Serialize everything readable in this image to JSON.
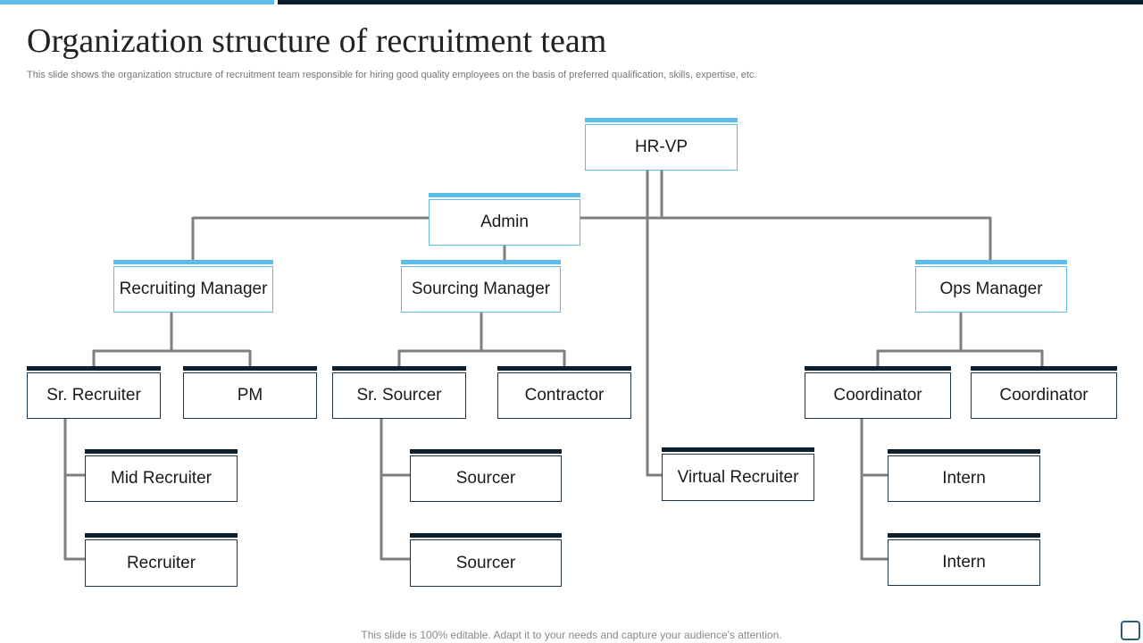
{
  "slide": {
    "title": "Organization structure of recruitment team",
    "subtitle": "This slide shows the organization structure of recruitment team responsible for hiring good quality employees on the basis of preferred qualification, skills, expertise, etc.",
    "footer": "This slide is 100% editable. Adapt it to your needs and capture your audience's attention."
  },
  "colors": {
    "accent_light": "#5bbde8",
    "accent_dark": "#0b1f2e",
    "connector": "#7f7f7f"
  },
  "org": {
    "hr_vp": "HR-VP",
    "admin": "Admin",
    "recruiting_manager": "Recruiting Manager",
    "sourcing_manager": "Sourcing Manager",
    "ops_manager": "Ops Manager",
    "virtual_recruiter": "Virtual Recruiter",
    "recruiting_team": {
      "sr_recruiter": "Sr. Recruiter",
      "pm": "PM",
      "mid_recruiter": "Mid Recruiter",
      "recruiter": "Recruiter"
    },
    "sourcing_team": {
      "sr_sourcer": "Sr. Sourcer",
      "contractor": "Contractor",
      "sourcer_1": "Sourcer",
      "sourcer_2": "Sourcer"
    },
    "ops_team": {
      "coordinator_1": "Coordinator",
      "coordinator_2": "Coordinator",
      "intern_1": "Intern",
      "intern_2": "Intern"
    }
  }
}
